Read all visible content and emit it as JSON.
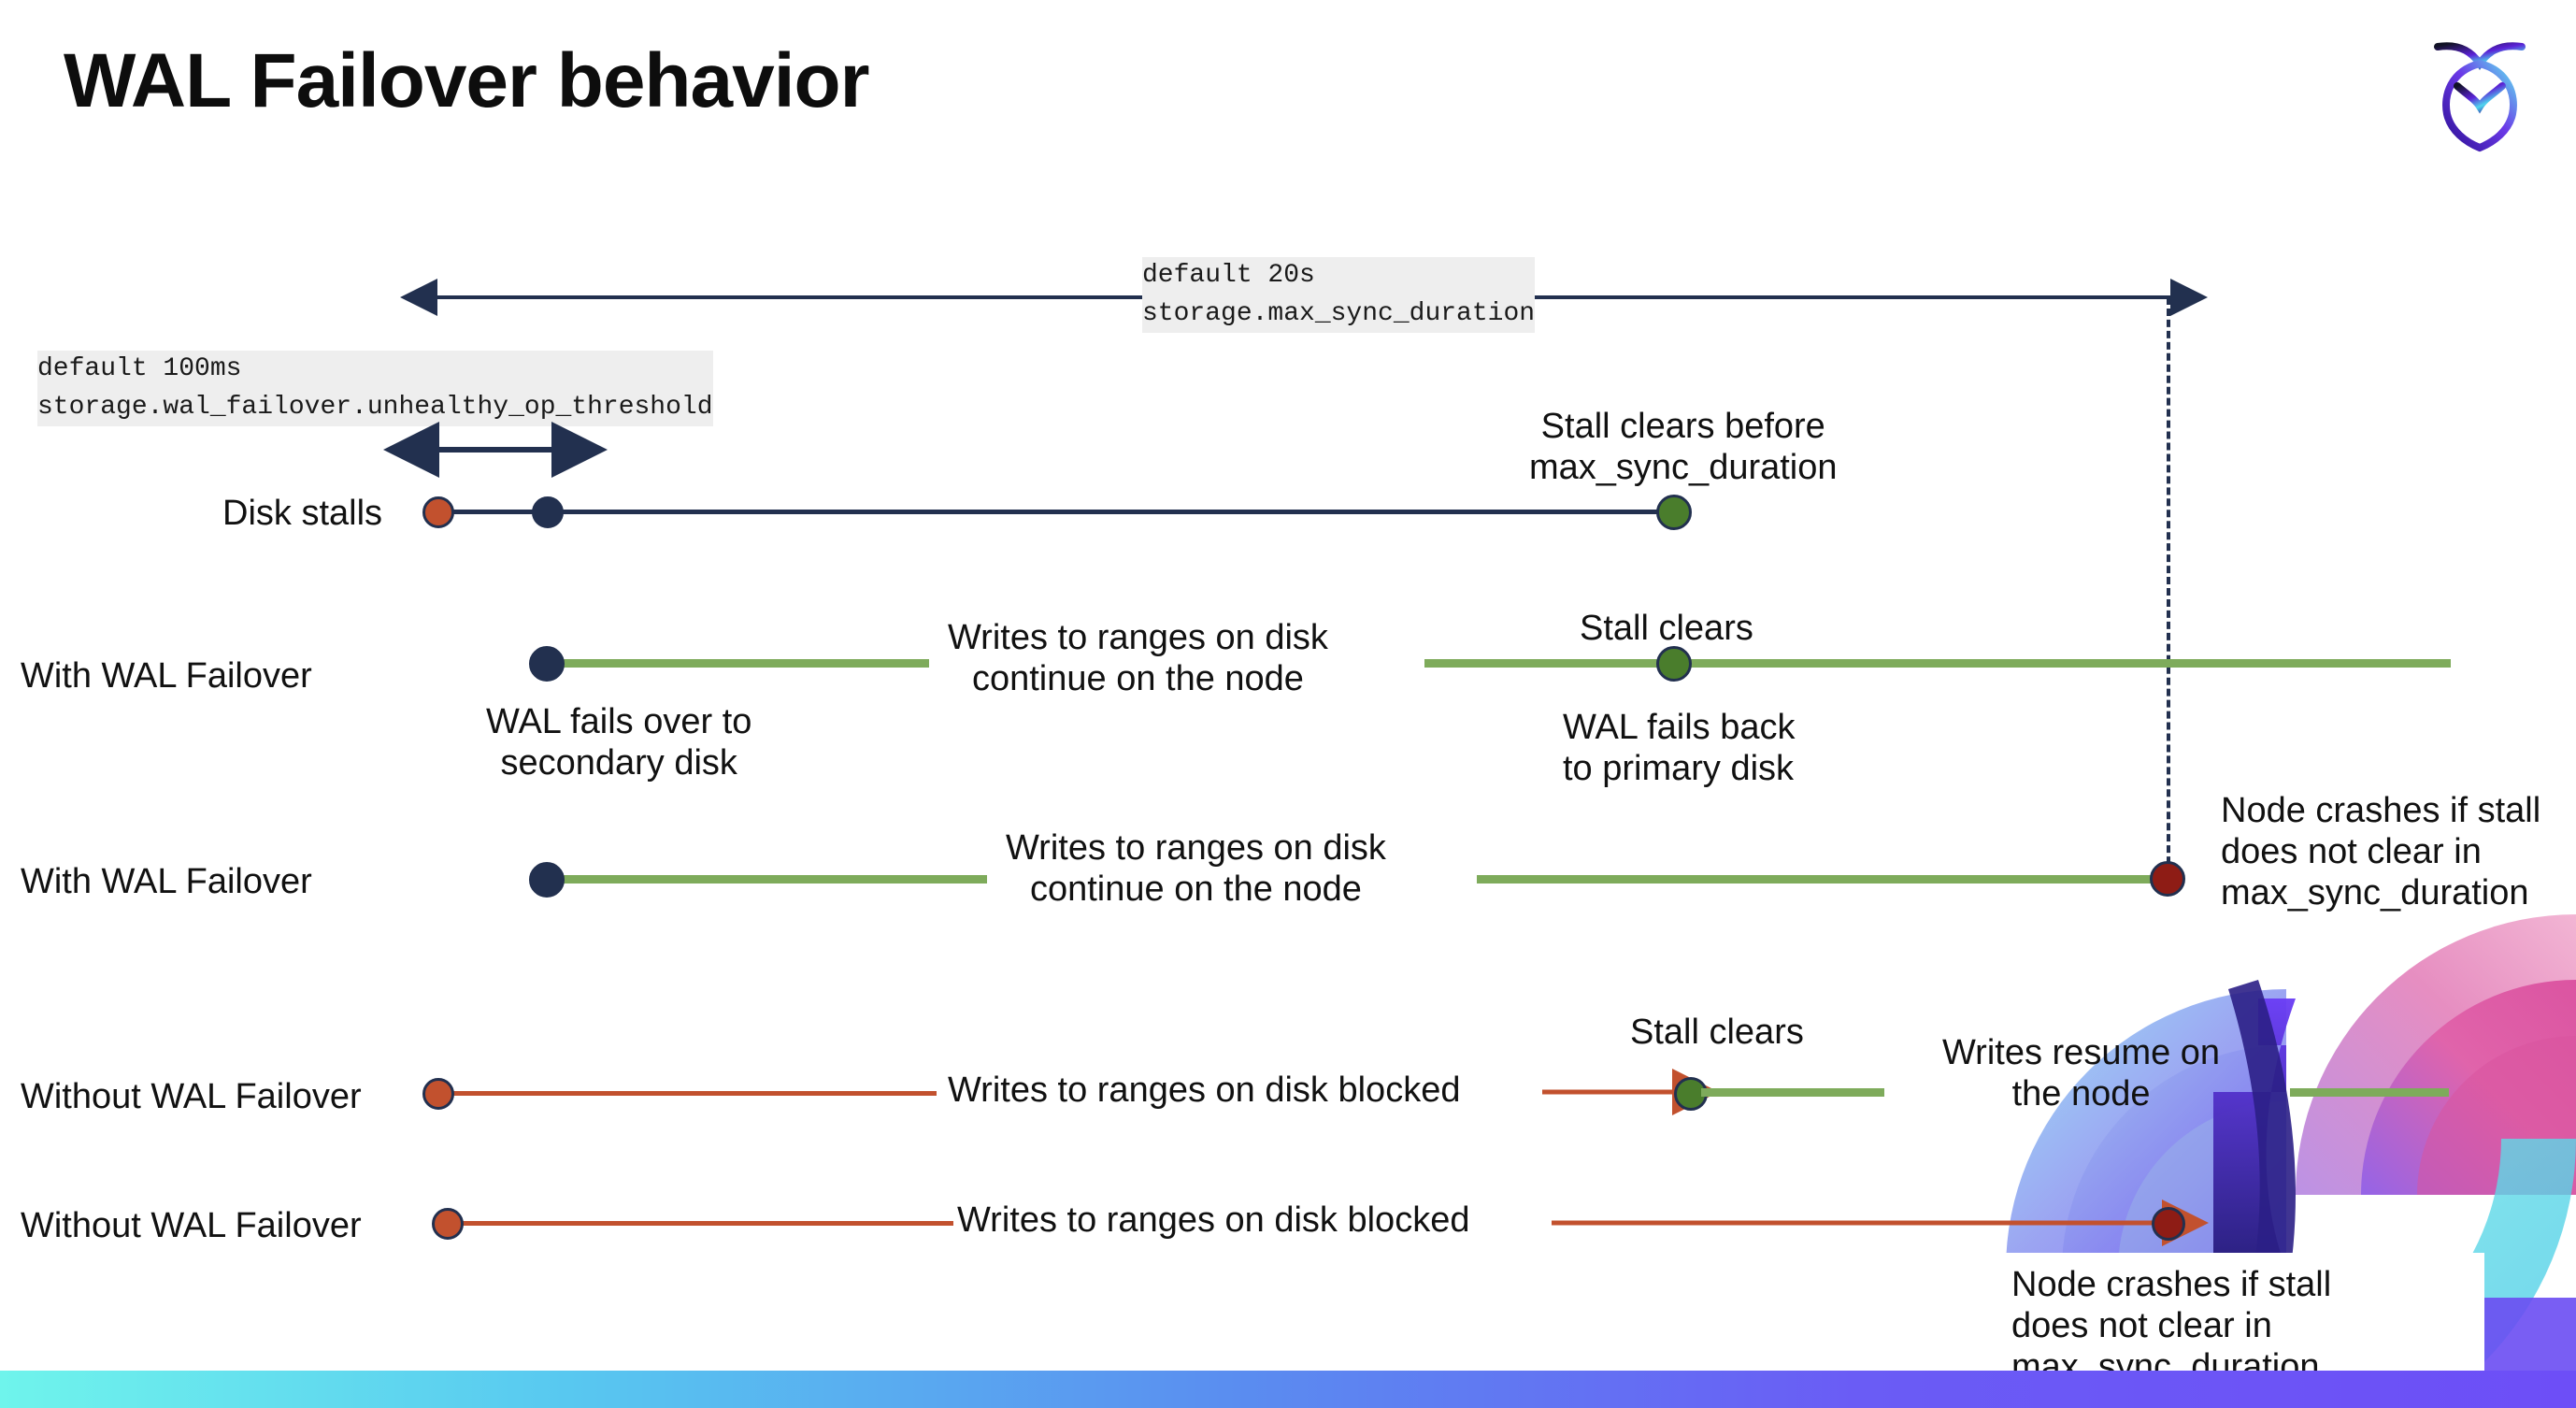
{
  "slide": {
    "title": "WAL Failover behavior",
    "logo_name": "cockroachdb-logo"
  },
  "annotations": {
    "max_sync_duration": {
      "default": "default 20s",
      "setting": "storage.max_sync_duration"
    },
    "unhealthy_op_threshold": {
      "default": "default 100ms",
      "setting": "storage.wal_failover.unhealthy_op_threshold"
    }
  },
  "rows": [
    {
      "id": "disk-stalls",
      "label": "Disk stalls",
      "note_right": "Stall clears before\nmax_sync_duration"
    },
    {
      "id": "with-wal-failover-1",
      "label": "With WAL Failover",
      "note_start": "WAL fails over to\nsecondary disk",
      "note_mid": "Writes to ranges on disk\ncontinue on the node",
      "note_clear": "Stall clears",
      "note_clear_sub": "WAL fails  back\nto primary disk"
    },
    {
      "id": "with-wal-failover-2",
      "label": "With WAL Failover",
      "note_mid": "Writes to ranges on disk\ncontinue on the node",
      "note_crash": "Node crashes if stall\ndoes not clear in\nmax_sync_duration"
    },
    {
      "id": "without-wal-failover-1",
      "label": "Without WAL Failover",
      "note_mid": "Writes to ranges on disk  blocked",
      "note_clear": "Stall clears",
      "note_resume": "Writes resume on\nthe node"
    },
    {
      "id": "without-wal-failover-2",
      "label": "Without WAL Failover",
      "note_mid": "Writes to ranges on disk  blocked",
      "note_crash": "Node crashes if stall\ndoes not clear in\nmax_sync_duration"
    }
  ],
  "colors": {
    "navy": "#22304f",
    "green_line": "#7eab5b",
    "green_dot": "#4a7d2c",
    "rust": "#c2512e",
    "dark_red": "#8e1c15",
    "code_bg": "#eeeeee"
  }
}
